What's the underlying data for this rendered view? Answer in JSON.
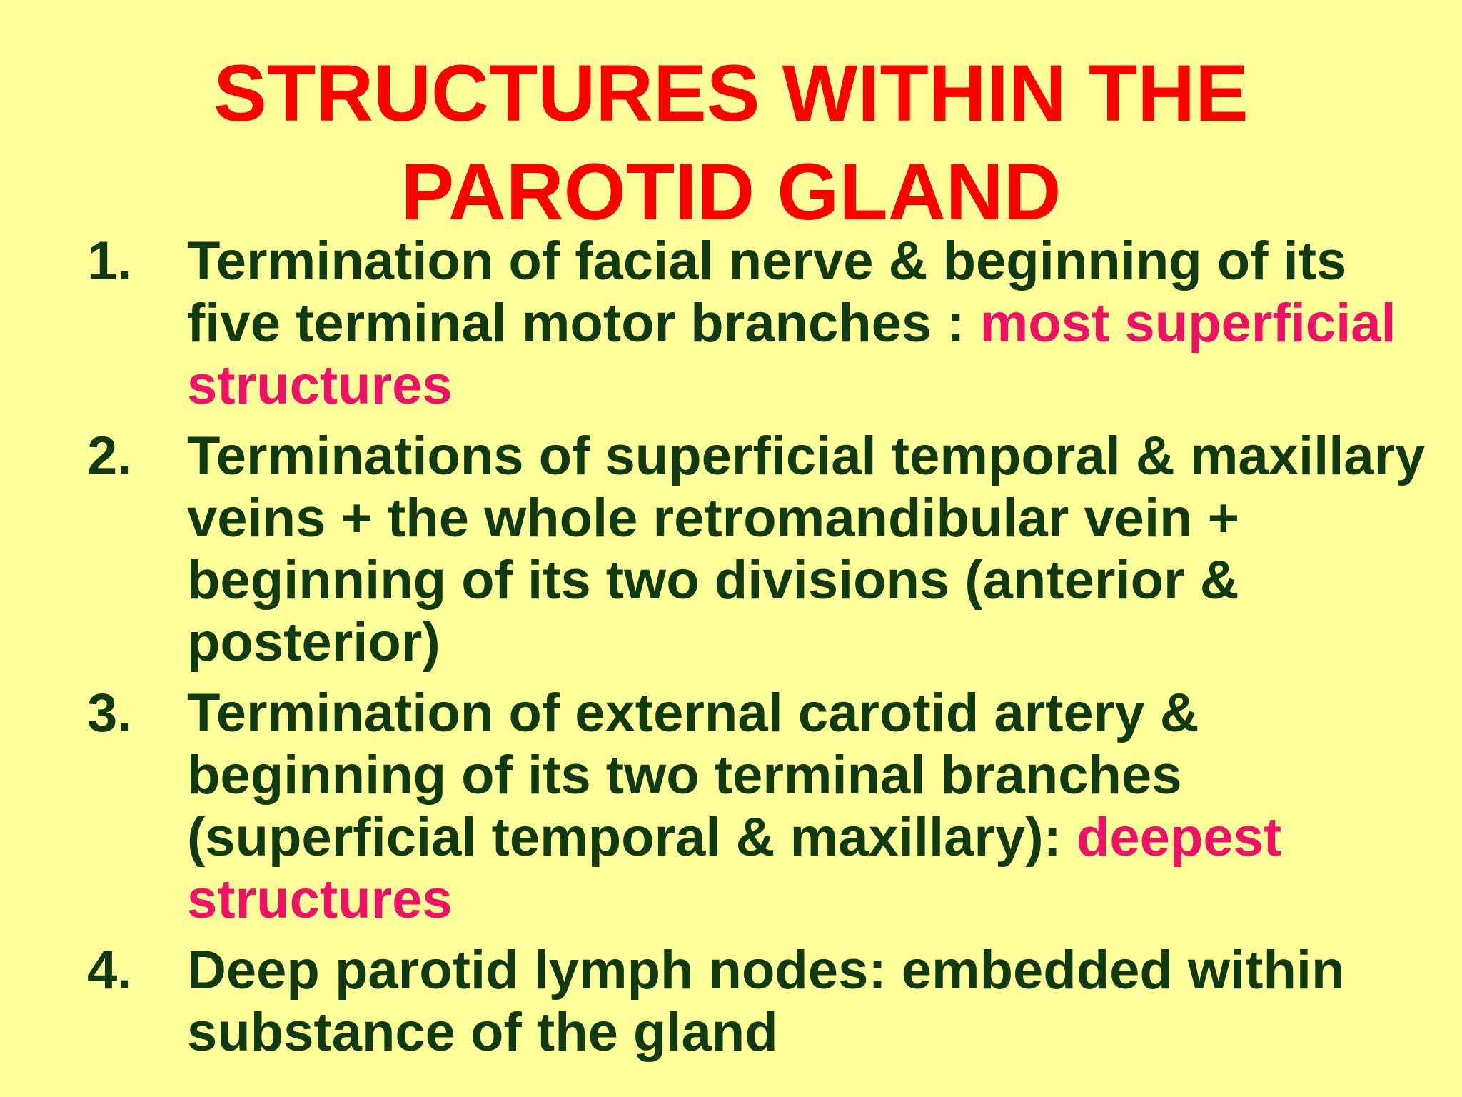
{
  "slide": {
    "title_lines": [
      "STRUCTURES WITHIN THE",
      "PAROTID GLAND"
    ],
    "colors": {
      "background": "#ffff99",
      "title": "#ff0000",
      "body_text": "#123a12",
      "highlight": "#ee1166"
    },
    "items": [
      {
        "number": "1.",
        "text": "Termination of facial nerve & beginning of its five terminal motor branches : ",
        "highlight": "most superficial structures"
      },
      {
        "number": "2.",
        "text": "Terminations of superficial temporal & maxillary veins + the whole retromandibular vein +  beginning of its two divisions (anterior & posterior)",
        "highlight": ""
      },
      {
        "number": "3.",
        "text": "Termination of external carotid artery & beginning of its two terminal branches (superficial temporal & maxillary): ",
        "highlight": "deepest structures"
      },
      {
        "number": "4.",
        "text": "Deep parotid lymph nodes: embedded within substance of the gland",
        "highlight": ""
      }
    ]
  }
}
